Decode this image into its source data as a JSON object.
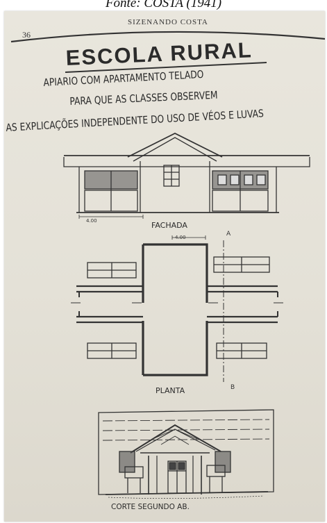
{
  "caption": "Fonte: COSTA (1941)",
  "page": {
    "number": "36",
    "running_head": "SIZENANDO COSTA",
    "title": "ESCOLA RURAL",
    "subtitle_lines": [
      "APIARIO COM APARTAMENTO TELADO",
      "PARA QUE AS CLASSES OBSERVEM",
      "AS EXPLICAÇÕES INDEPENDENTE DO USO DE VÉOS E LUVAS"
    ]
  },
  "drawings": {
    "elevation_label": "FACHADA",
    "plan_label": "PLANTA",
    "section_label": "CORTE SEGUNDO AB.",
    "dimension_1": "4.00",
    "dimension_2": "4.00",
    "section_point_a": "A",
    "section_point_b": "B"
  }
}
